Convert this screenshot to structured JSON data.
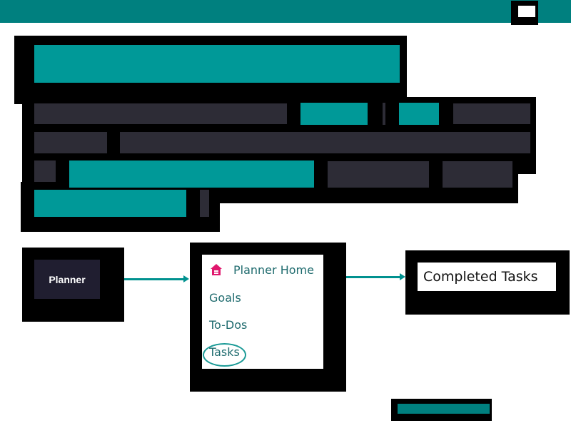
{
  "planner": {
    "label": "Planner"
  },
  "menu": {
    "items": [
      {
        "label": "Planner Home",
        "icon": "home-icon"
      },
      {
        "label": "Goals"
      },
      {
        "label": "To-Dos"
      },
      {
        "label": "Tasks"
      }
    ]
  },
  "completed": {
    "label": "Completed Tasks"
  },
  "colors": {
    "teal": "#009998",
    "dark_teal": "#00807f",
    "dark_block": "#2d2c36",
    "planner_button": "#201e30",
    "home_icon": "#e0176d"
  }
}
